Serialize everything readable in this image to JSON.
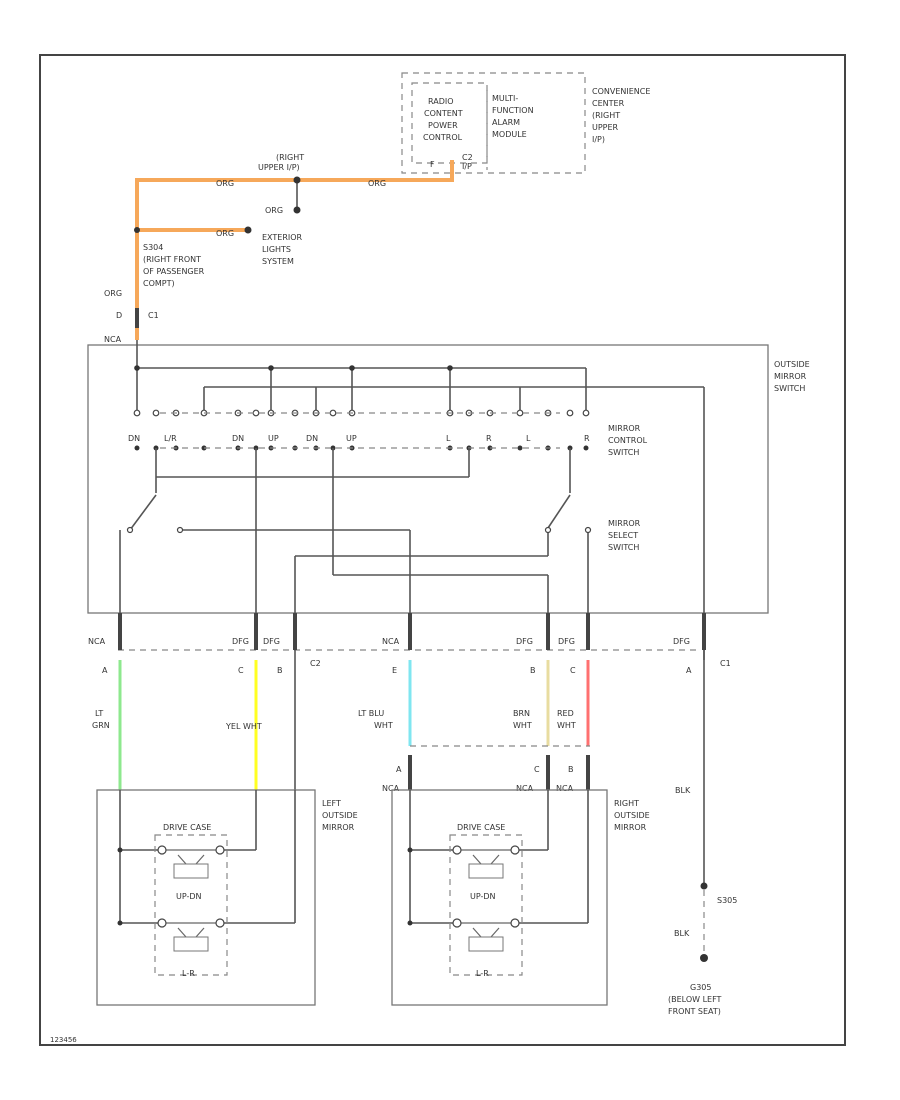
{
  "colors": {
    "org": "#f6a85a",
    "lt_grn": "#8ee88e",
    "yel": "#ffff22",
    "lt_blu": "#7fe6f0",
    "brn": "#e8dca0",
    "red": "#ff7070"
  },
  "labels": {
    "radio": [
      "RADIO",
      "CONTENT",
      "POWER",
      "CONTROL"
    ],
    "multi": [
      "MULTI-",
      "FUNCTION",
      "ALARM",
      "MODULE"
    ],
    "conv": [
      "CONVENIENCE",
      "CENTER",
      "(RIGHT",
      "UPPER",
      "I/P)"
    ],
    "pin_f": "F",
    "conn_c2_top": "C2",
    "right_upper": [
      "(RIGHT",
      "UPPER I/P)"
    ],
    "org_w1": "ORG",
    "org_w2": "ORG",
    "org_w3": "ORG",
    "org_w4": "ORG",
    "ext_light": [
      "EXTERIOR",
      "LIGHTS",
      "SYSTEM"
    ],
    "s304": [
      "S304",
      "(RIGHT FRONT",
      "OF PASSENGER",
      "COMPT)"
    ],
    "org_v": "ORG",
    "pin_d": "D",
    "c1_top": "C1",
    "nca_top": "NCA",
    "switch_title": [
      "OUTSIDE",
      "MIRROR",
      "SWITCH"
    ],
    "dn": "DN",
    "lr": "L/R",
    "dn2": "DN",
    "up": "UP",
    "dn3": "DN",
    "up2": "UP",
    "l": "L",
    "r": "R",
    "l2": "L",
    "r2": "R",
    "control_sw": [
      "MIRROR",
      "CONTROL",
      "SWITCH"
    ],
    "select_sw": [
      "MIRROR",
      "SELECT",
      "SWITCH"
    ],
    "nca1": "NCA",
    "dfg1": "DFG",
    "dfg2": "DFG",
    "nca2": "NCA",
    "dfg3": "DFG",
    "dfg4": "DFG",
    "dfg5": "DFG",
    "pa": "A",
    "pc": "C",
    "pb": "B",
    "c2": "C2",
    "pe": "E",
    "pb2": "B",
    "pc2": "C",
    "pa2": "A",
    "c1": "C1",
    "ltgrn": [
      "LT",
      "GRN"
    ],
    "yelwht": "YEL  WHT",
    "ltbluwht": [
      "LT BLU",
      "WHT"
    ],
    "brnwht": [
      "BRN",
      "WHT"
    ],
    "redwht": [
      "RED",
      "WHT"
    ],
    "ra": "A",
    "rc": "C",
    "rb": "B",
    "rnca": "NCA",
    "rnca2": "NCA",
    "rnca3": "NCA",
    "blk": "BLK",
    "left_mirror": [
      "LEFT",
      "OUTSIDE",
      "MIRROR"
    ],
    "right_mirror": [
      "RIGHT",
      "OUTSIDE",
      "MIRROR"
    ],
    "drive_case_l": "DRIVE CASE",
    "up_dn_l": "UP-DN",
    "lr_l": "L-R",
    "drive_case_r": "DRIVE CASE",
    "up_dn_r": "UP-DN",
    "lr_r": "L-R",
    "s305": "S305",
    "blk2": "BLK",
    "g305": [
      "G305",
      "(BELOW LEFT",
      "FRONT SEAT)"
    ],
    "corner": "123456"
  }
}
